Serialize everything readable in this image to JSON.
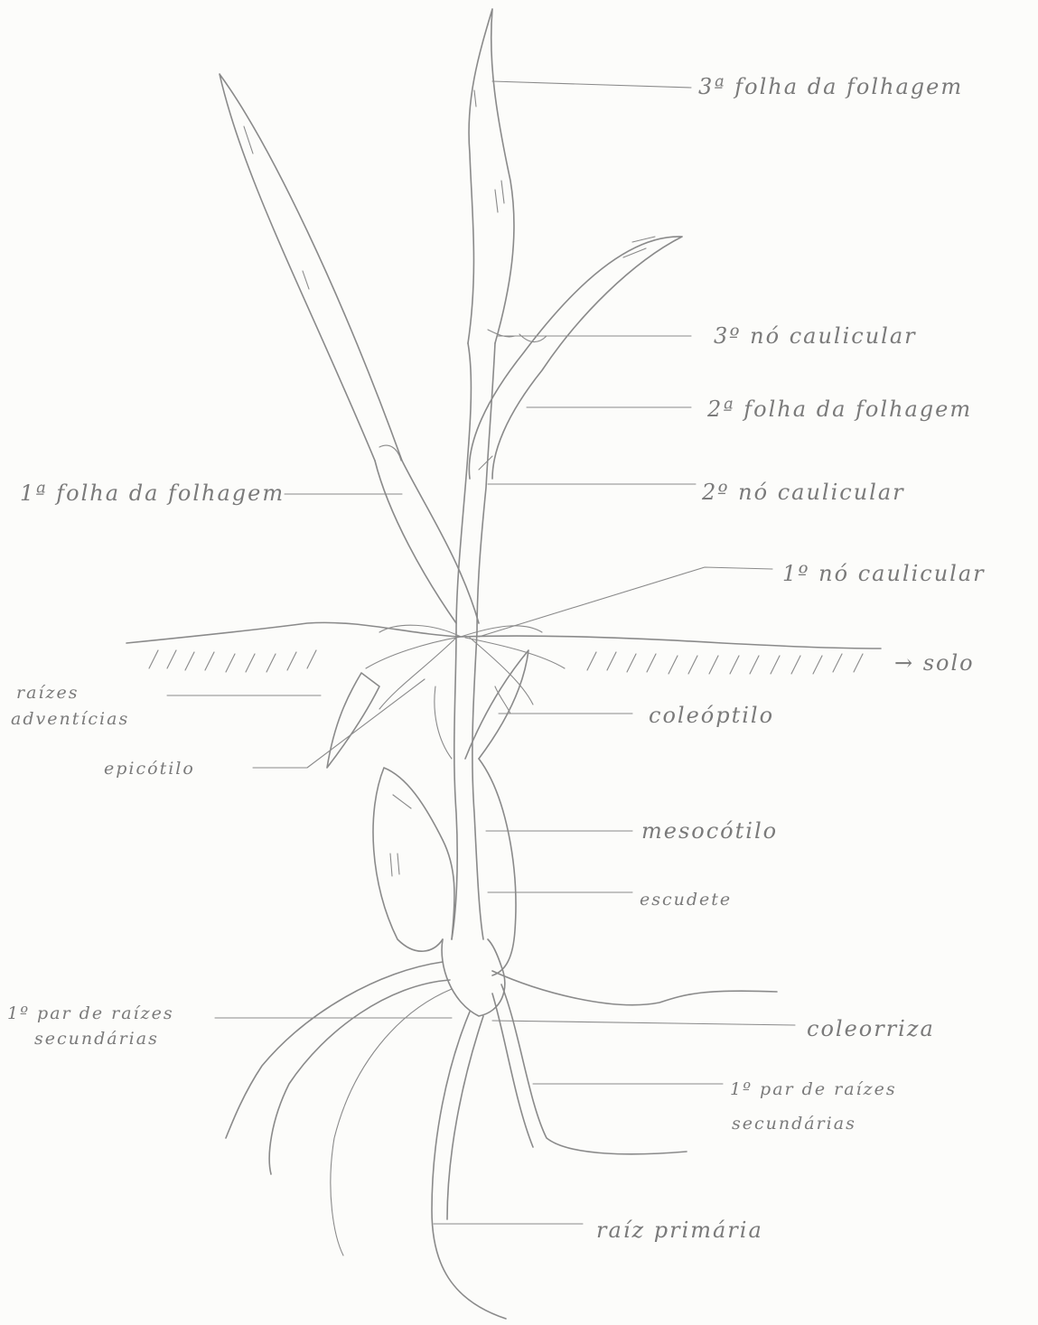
{
  "labels": {
    "folha3": "3ª folha da folhagem",
    "no3": "3º nó caulicular",
    "folha2": "2ª folha da folhagem",
    "folha1": "1ª folha da folhagem",
    "no2": "2º nó caulicular",
    "no1": "1º nó caulicular",
    "solo": "→ solo",
    "raizes_adv_1": "raízes",
    "raizes_adv_2": "adventícias",
    "coleoptilo": "coleóptilo",
    "epicotilo": "epicótilo",
    "mesocotilo": "mesocótilo",
    "escudete": "escudete",
    "par_esq_1": "1º par de raízes",
    "par_esq_2": "secundárias",
    "coleorriza": "coleorriza",
    "par_dir_1": "1º par de raízes",
    "par_dir_2": "secundárias",
    "raiz_primaria": "raíz primária"
  }
}
